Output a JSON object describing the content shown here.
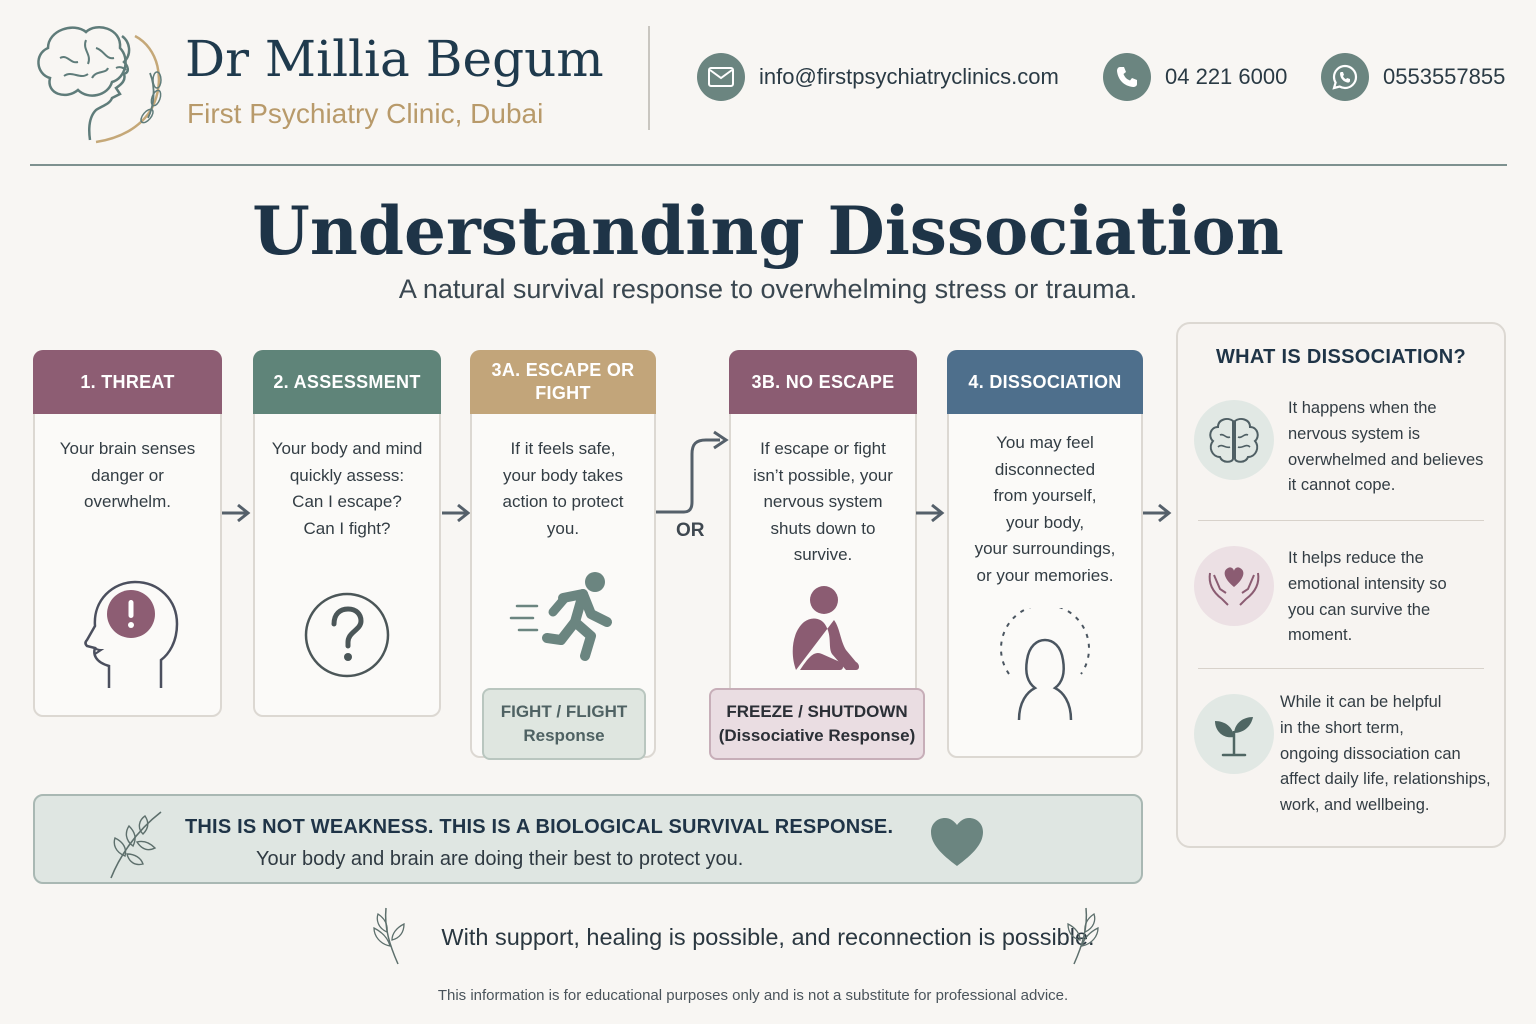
{
  "header": {
    "doctor_name": "Dr Millia Begum",
    "clinic_name": "First Psychiatry Clinic, Dubai",
    "contacts": [
      {
        "icon": "envelope-icon",
        "text": "info@firstpsychiatryclinics.com"
      },
      {
        "icon": "phone-icon",
        "text": "04 221 6000"
      },
      {
        "icon": "whatsapp-icon",
        "text": "0553557855"
      }
    ]
  },
  "title": "Understanding Dissociation",
  "subtitle": "A natural survival response to overwhelming stress or trauma.",
  "steps": [
    {
      "title": "1. THREAT",
      "lines": [
        "Your brain senses",
        "danger or",
        "overwhelm."
      ],
      "icon": "head-alert-icon",
      "color": "#8d5d73"
    },
    {
      "title": "2. ASSESSMENT",
      "lines": [
        "Your body and mind",
        "quickly assess:",
        "Can I escape?",
        "Can I fight?"
      ],
      "icon": "question-icon",
      "color": "#5f8479"
    },
    {
      "title_lines": [
        "3A. ESCAPE OR",
        "FIGHT"
      ],
      "lines": [
        "If it feels safe,",
        "your body takes",
        "action to protect",
        "you."
      ],
      "icon": "running-person-icon",
      "color": "#c2a57a",
      "badge": [
        "FIGHT / FLIGHT",
        "Response"
      ]
    },
    {
      "title": "3B. NO ESCAPE",
      "lines": [
        "If escape or fight",
        "isn’t possible, your",
        "nervous system",
        "shuts down to",
        "survive."
      ],
      "icon": "curled-person-icon",
      "color": "#8b5c72",
      "badge": [
        "FREEZE / SHUTDOWN",
        "(Dissociative Response)"
      ]
    },
    {
      "title": "4. DISSOCIATION",
      "lines": [
        "You may feel",
        "disconnected",
        "from yourself,",
        "your body,",
        "your surroundings,",
        "or your memories."
      ],
      "icon": "faded-person-icon",
      "color": "#4e6f8c"
    }
  ],
  "or_label": "OR",
  "panel": {
    "title": "WHAT IS DISSOCIATION?",
    "items": [
      {
        "icon": "brain-icon",
        "lines": [
          "It happens when the",
          "nervous system is",
          "overwhelmed and believes",
          "it cannot cope."
        ]
      },
      {
        "icon": "heart-hands-icon",
        "lines": [
          "It helps reduce the",
          "emotional intensity so",
          "you can survive the",
          "moment."
        ]
      },
      {
        "icon": "sprout-icon",
        "lines": [
          "While it can be helpful",
          "in the short term,",
          "ongoing dissociation can",
          "affect daily life, relationships,",
          "work, and wellbeing."
        ]
      }
    ]
  },
  "banner": {
    "heading": "THIS IS NOT WEAKNESS. THIS IS A BIOLOGICAL SURVIVAL RESPONSE.",
    "subtext": "Your body and brain are doing their best to protect you."
  },
  "closing": "With support, healing is possible, and reconnection is possible.",
  "disclaimer": "This information is for educational purposes only and is not a substitute for professional advice.",
  "colors": {
    "accent_teal": "#6b8580",
    "gold": "#b89a6a",
    "navy": "#1e3447"
  }
}
